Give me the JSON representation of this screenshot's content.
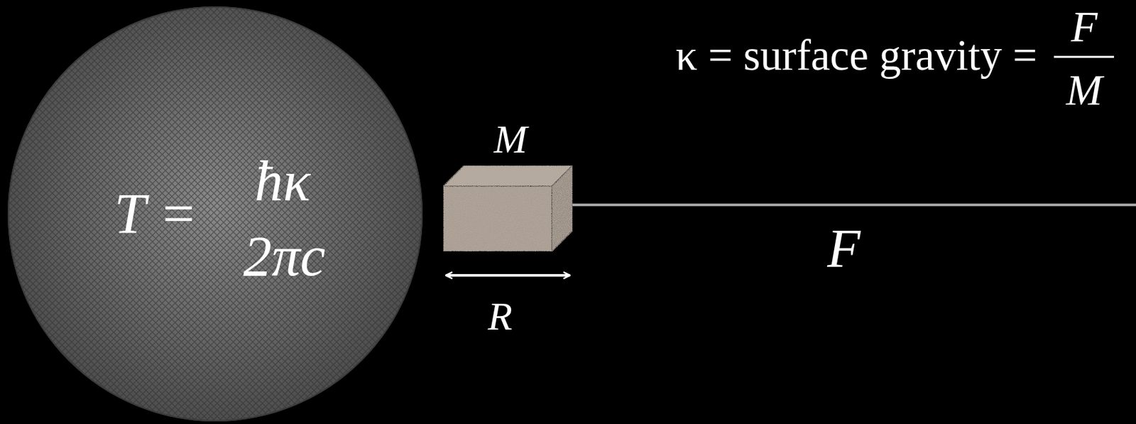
{
  "diagram": {
    "nodes": [
      {
        "text": [
          "T =",
          "ħκ",
          "2πc"
        ]
      },
      {
        "text": [
          "M"
        ]
      }
    ],
    "labels": [
      "κ = surface gravity =",
      "F",
      "M",
      "R",
      "F"
    ]
  }
}
